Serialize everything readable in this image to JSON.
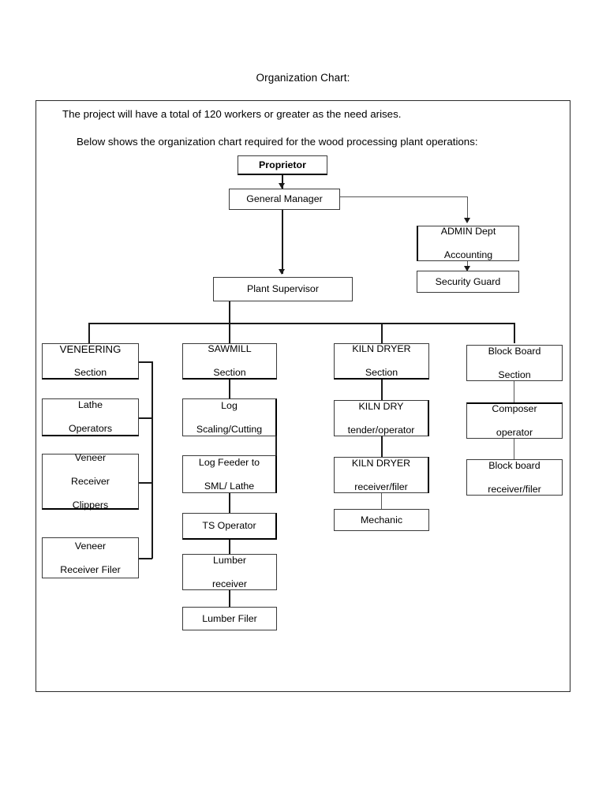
{
  "document": {
    "title": "Organization Chart:",
    "intro_line_1": "The project will have a total of 120 workers or greater as the need arises.",
    "intro_line_2": "Below shows the organization chart required for the wood processing plant operations:"
  },
  "chart_data": {
    "type": "diagram",
    "title": "Organization Chart:",
    "subtype": "organization-chart",
    "orientation": "top-down",
    "accent_color": "#000000",
    "box_border_color": "#3a3a3a",
    "connector_color": "#1a1a1a",
    "nodes": [
      {
        "id": "proprietor",
        "label": "Proprietor",
        "bold": true,
        "level": 0
      },
      {
        "id": "general-manager",
        "label": "General Manager",
        "level": 1
      },
      {
        "id": "admin-dept",
        "label": "ADMIN Dept\nAccounting",
        "level": 2
      },
      {
        "id": "security-guard",
        "label": "Security Guard",
        "level": 3
      },
      {
        "id": "plant-supervisor",
        "label": "Plant Supervisor",
        "level": 2
      },
      {
        "id": "veneering-section",
        "label": "VENEERING\nSection",
        "level": 3
      },
      {
        "id": "lathe-operators",
        "label": "Lathe\nOperators",
        "level": 4
      },
      {
        "id": "veneer-receiver-clippers",
        "label": "Veneer\nReceiver\nClippers",
        "level": 4
      },
      {
        "id": "veneer-receiver-filer",
        "label": "Veneer\nReceiver Filer",
        "level": 4
      },
      {
        "id": "sawmill-section",
        "label": "SAWMILL\nSection",
        "level": 3
      },
      {
        "id": "log-scaling-cutting",
        "label": "Log\nScaling/Cutting",
        "level": 4
      },
      {
        "id": "log-feeder",
        "label": "Log Feeder to\nSML/ Lathe",
        "level": 5
      },
      {
        "id": "ts-operator",
        "label": "TS Operator",
        "level": 6
      },
      {
        "id": "lumber-receiver",
        "label": "Lumber\nreceiver",
        "level": 7
      },
      {
        "id": "lumber-filer",
        "label": "Lumber Filer",
        "level": 8
      },
      {
        "id": "kiln-dryer-section",
        "label": "KILN DRYER\nSection",
        "level": 3
      },
      {
        "id": "kiln-dry-tender",
        "label": "KILN DRY\ntender/operator",
        "level": 4
      },
      {
        "id": "kiln-dryer-receiver",
        "label": "KILN DRYER\nreceiver/filer",
        "level": 5
      },
      {
        "id": "mechanic",
        "label": "Mechanic",
        "level": 6
      },
      {
        "id": "block-board-section",
        "label": "Block Board\nSection",
        "level": 3
      },
      {
        "id": "composer-operator",
        "label": "Composer\noperator",
        "level": 4
      },
      {
        "id": "block-board-receiver",
        "label": "Block board\nreceiver/filer",
        "level": 5
      }
    ],
    "edges": [
      {
        "from": "proprietor",
        "to": "general-manager",
        "arrow": true
      },
      {
        "from": "general-manager",
        "to": "admin-dept",
        "arrow": true
      },
      {
        "from": "admin-dept",
        "to": "security-guard",
        "arrow": true
      },
      {
        "from": "general-manager",
        "to": "plant-supervisor",
        "arrow": true
      },
      {
        "from": "plant-supervisor",
        "to": "veneering-section",
        "arrow": false
      },
      {
        "from": "plant-supervisor",
        "to": "sawmill-section",
        "arrow": false
      },
      {
        "from": "plant-supervisor",
        "to": "kiln-dryer-section",
        "arrow": false
      },
      {
        "from": "plant-supervisor",
        "to": "block-board-section",
        "arrow": false
      },
      {
        "from": "veneering-section",
        "to": "lathe-operators",
        "arrow": false
      },
      {
        "from": "veneering-section",
        "to": "veneer-receiver-clippers",
        "arrow": false
      },
      {
        "from": "veneering-section",
        "to": "veneer-receiver-filer",
        "arrow": false
      },
      {
        "from": "sawmill-section",
        "to": "log-scaling-cutting",
        "arrow": false
      },
      {
        "from": "log-scaling-cutting",
        "to": "log-feeder",
        "arrow": false
      },
      {
        "from": "log-feeder",
        "to": "ts-operator",
        "arrow": false
      },
      {
        "from": "ts-operator",
        "to": "lumber-receiver",
        "arrow": false
      },
      {
        "from": "lumber-receiver",
        "to": "lumber-filer",
        "arrow": false
      },
      {
        "from": "kiln-dryer-section",
        "to": "kiln-dry-tender",
        "arrow": false
      },
      {
        "from": "kiln-dry-tender",
        "to": "kiln-dryer-receiver",
        "arrow": false
      },
      {
        "from": "kiln-dryer-receiver",
        "to": "mechanic",
        "arrow": false
      },
      {
        "from": "block-board-section",
        "to": "composer-operator",
        "arrow": false
      },
      {
        "from": "composer-operator",
        "to": "block-board-receiver",
        "arrow": false
      }
    ],
    "columns": [
      {
        "section": "VENEERING Section",
        "members": [
          "Lathe Operators",
          "Veneer Receiver Clippers",
          "Veneer Receiver Filer"
        ]
      },
      {
        "section": "SAWMILL Section",
        "members": [
          "Log Scaling/Cutting",
          "Log Feeder to SML/ Lathe",
          "TS Operator",
          "Lumber receiver",
          "Lumber Filer"
        ]
      },
      {
        "section": "KILN DRYER Section",
        "members": [
          "KILN DRY tender/operator",
          "KILN DRYER receiver/filer",
          "Mechanic"
        ]
      },
      {
        "section": "Block Board Section",
        "members": [
          "Composer operator",
          "Block board receiver/filer"
        ]
      }
    ],
    "worker_count": 120
  },
  "nodes": {
    "proprietor": {
      "line1": "Proprietor"
    },
    "general_manager": {
      "line1": "General Manager"
    },
    "admin_dept": {
      "line1": "ADMIN Dept",
      "line2": "Accounting"
    },
    "security_guard": {
      "line1": "Security Guard"
    },
    "plant_supervisor": {
      "line1": "Plant Supervisor"
    },
    "veneering_section": {
      "line1": "VENEERING",
      "line2": "Section"
    },
    "lathe_operators": {
      "line1": "Lathe",
      "line2": "Operators"
    },
    "veneer_receiver_clippers": {
      "line1": "Veneer",
      "line2": "Receiver",
      "line3": "Clippers"
    },
    "veneer_receiver_filer": {
      "line1": "Veneer",
      "line2": "Receiver Filer"
    },
    "sawmill_section": {
      "line1": "SAWMILL",
      "line2": "Section"
    },
    "log_scaling_cutting": {
      "line1": "Log",
      "line2": "Scaling/Cutting"
    },
    "log_feeder": {
      "line1": "Log Feeder to",
      "line2": "SML/ Lathe"
    },
    "ts_operator": {
      "line1": "TS Operator"
    },
    "lumber_receiver": {
      "line1": "Lumber",
      "line2": "receiver"
    },
    "lumber_filer": {
      "line1": "Lumber Filer"
    },
    "kiln_dryer_section": {
      "line1": "KILN DRYER",
      "line2": "Section"
    },
    "kiln_dry_tender": {
      "line1": "KILN DRY",
      "line2": "tender/operator"
    },
    "kiln_dryer_receiver": {
      "line1": "KILN DRYER",
      "line2": "receiver/filer"
    },
    "mechanic": {
      "line1": "Mechanic"
    },
    "block_board_section": {
      "line1": "Block Board",
      "line2": "Section"
    },
    "composer_operator": {
      "line1": "Composer",
      "line2": "operator"
    },
    "block_board_receiver": {
      "line1": "Block board",
      "line2": "receiver/filer"
    }
  }
}
